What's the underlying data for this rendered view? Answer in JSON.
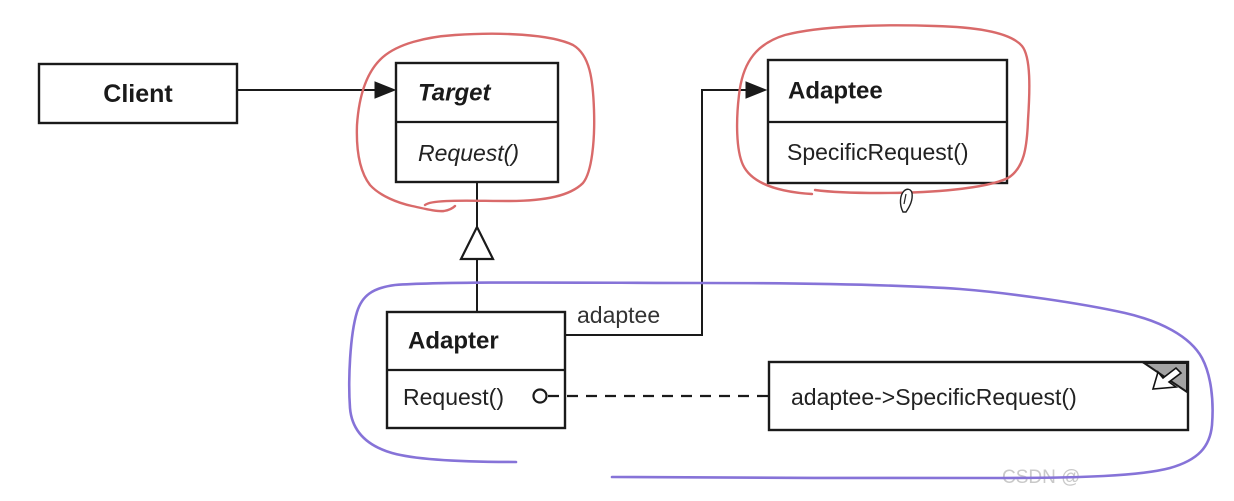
{
  "diagram": {
    "type": "uml-class-diagram",
    "pattern": "Adapter (class/object adapter structure)",
    "classes": {
      "client": {
        "name": "Client"
      },
      "target": {
        "name": "Target",
        "method": "Request()",
        "abstract": true
      },
      "adaptee": {
        "name": "Adaptee",
        "method": "SpecificRequest()"
      },
      "adapter": {
        "name": "Adapter",
        "method": "Request()"
      }
    },
    "association_label": "adaptee",
    "note_text": "adaptee->SpecificRequest()",
    "watermark": "CSDN @",
    "colors": {
      "line": "#1a1a1a",
      "annotation_red": "#d96a6a",
      "annotation_purple": "#8673d8",
      "note_fold_gray": "#a3a3a3",
      "watermark_gray": "#c9c9c9"
    }
  }
}
